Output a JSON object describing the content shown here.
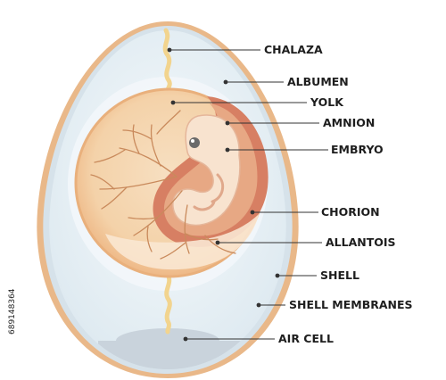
{
  "labels": {
    "chalaza": "CHALAZA",
    "albumen": "ALBUMEN",
    "yolk": "YOLK",
    "amnion": "AMNION",
    "embryo": "EMBRYO",
    "chorion": "CHORION",
    "allantois": "ALLANTOIS",
    "shell": "SHELL",
    "shell_membranes": "SHELL MEMBRANES",
    "air_cell": "AIR CELL"
  },
  "stock_id": "689148364",
  "colors": {
    "shell": "#e9b889",
    "membrane": "#d6e2ea",
    "albumen": "#eef4f8",
    "yolk_outer": "#f1c490",
    "yolk_inner": "#f6dcbc",
    "chorion": "#d77f63",
    "amnion": "#e7a884",
    "embryo": "#f8e3cf",
    "vessels": "#c98a5c",
    "chalaza": "#f2d48e",
    "air_cell": "#c9d3dc",
    "label_text": "#1e1e1e"
  }
}
